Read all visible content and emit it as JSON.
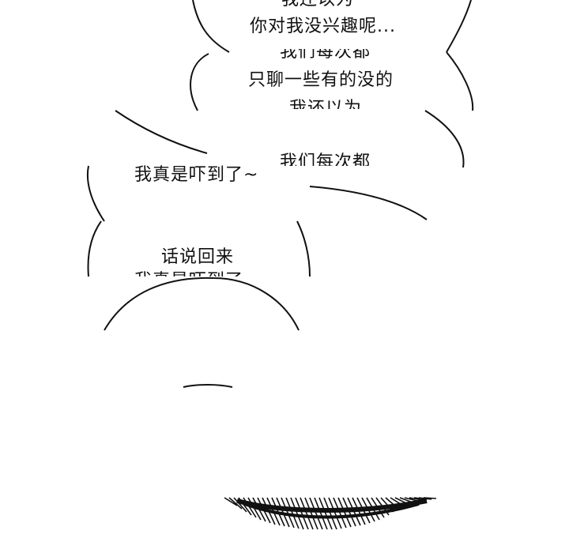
{
  "comic_panel": {
    "bubble1": {
      "line_cut": "我还以为",
      "line_main": "你对我没兴趣呢..."
    },
    "bubble2": {
      "line_top_cut": "我们每次都",
      "line_main": "只聊一些有的没的",
      "line_bottom_cut": "我还以为"
    },
    "bubble3": {
      "line_top_cut": "我们每次都"
    },
    "bubble4": {
      "line_main": "我真是吓到了~"
    },
    "bubble5": {
      "line_main": "话说回来",
      "line_bottom_cut": "我真是吓到了"
    }
  },
  "colors": {
    "ink": "#111111",
    "paper": "#ffffff"
  }
}
